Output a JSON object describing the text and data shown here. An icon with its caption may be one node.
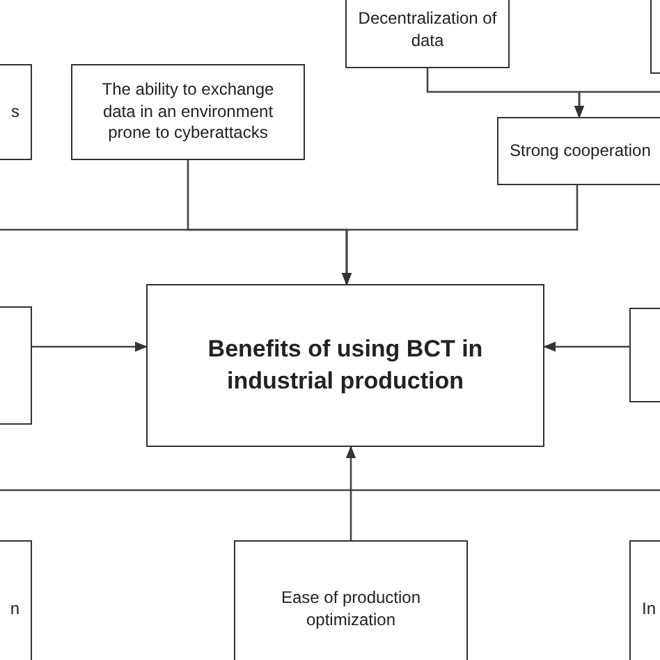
{
  "diagram": {
    "nodes": [
      {
        "text": [
          "s"
        ]
      },
      {
        "text": [
          "The ability to exchange data in an environment prone to cyberattacks"
        ]
      },
      {
        "text": [
          "Decentralization of data"
        ]
      },
      {
        "text": [],
        "shape": "box"
      },
      {
        "text": [
          "Strong cooperation"
        ]
      },
      {
        "text": [],
        "shape": "box"
      },
      {
        "text": [
          "Benefits of using BCT in industrial production"
        ]
      },
      {
        "text": [],
        "shape": "box"
      },
      {
        "text": [
          "n"
        ]
      },
      {
        "text": [
          "Ease of production optimization"
        ]
      },
      {
        "text": [
          "In"
        ]
      }
    ],
    "edges": [
      {
        "from": 1,
        "to": 6,
        "arrow": "to"
      },
      {
        "from": 4,
        "to": 6,
        "arrow": "to"
      },
      {
        "from": null,
        "to": 6,
        "arrow": "to"
      },
      {
        "from": 2,
        "to": 4,
        "arrow": "to"
      },
      {
        "from": null,
        "to": 4,
        "arrow": "to"
      },
      {
        "from": 5,
        "to": 6,
        "arrow": "to"
      },
      {
        "from": 7,
        "to": 6,
        "arrow": "to"
      },
      {
        "from": 9,
        "to": 6,
        "arrow": "to"
      }
    ]
  }
}
